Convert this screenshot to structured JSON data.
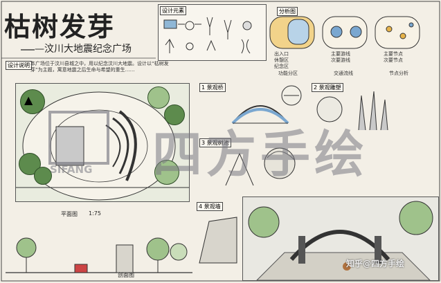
{
  "title": "枯树发芽",
  "subtitle": "—汶川大地震纪念广场",
  "design_notes": {
    "label": "设计说明",
    "text": "本广场位于汶川县城之中，用以纪念汶川大地震。设计以“枯树发芽”为主题，寓意地震之后生命与希望的重生……"
  },
  "concept": {
    "label": "设计元素"
  },
  "zoning": {
    "label": "分析图",
    "legend_a": [
      "出入口",
      "休憩区",
      "纪念区"
    ],
    "legend_b": [
      "主要游线",
      "次要游线"
    ],
    "legend_c": [
      "主要节点",
      "次要节点"
    ],
    "captions": [
      "功能分区",
      "交通流线",
      "节点分析"
    ]
  },
  "plan": {
    "label": "平面图",
    "scale": "1:75"
  },
  "detail_1": {
    "label": "1 景观桥"
  },
  "detail_2": {
    "label": "2 景观雕塑"
  },
  "detail_3": {
    "label": "3 景观树池"
  },
  "detail_4": {
    "label": "4 景观墙"
  },
  "section": {
    "label": "剖面图"
  },
  "watermark": {
    "logo_text": "SIFANG",
    "brand_text": "四方手绘",
    "credit": "知乎@四方手绘"
  },
  "colors": {
    "ink": "#222222",
    "tree_green": "#5d8b4d",
    "light_green": "#9fc28b",
    "paper": "#f3efe6",
    "watermark": "#78787f"
  }
}
